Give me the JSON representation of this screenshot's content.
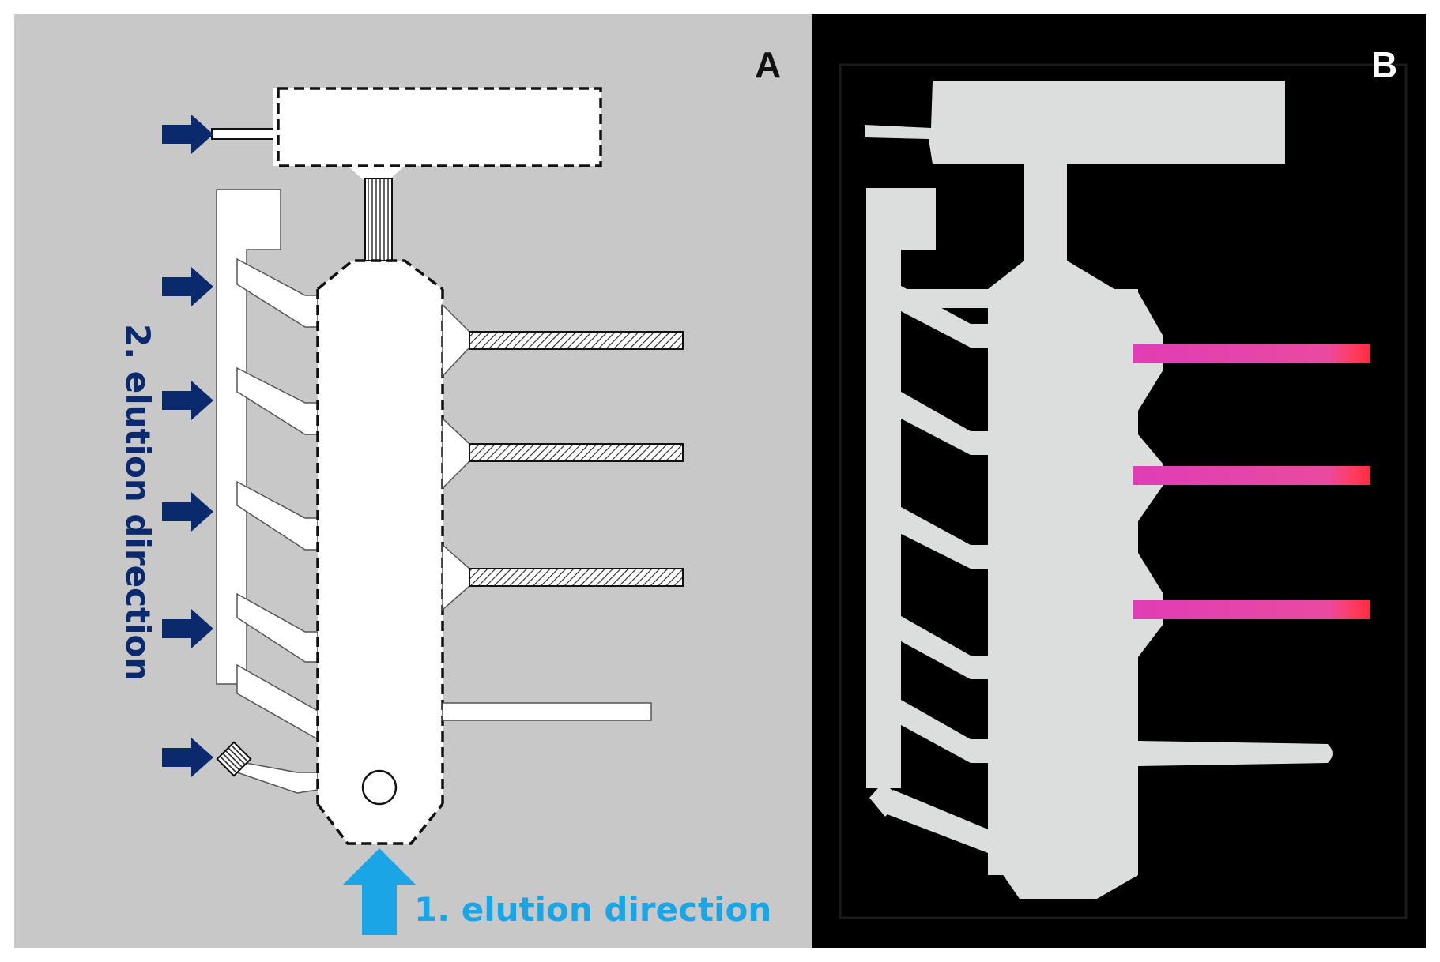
{
  "panels": {
    "a": {
      "letter": "A"
    },
    "b": {
      "letter": "B"
    }
  },
  "labels": {
    "first_elution": "1. elution direction",
    "second_elution": "2. elution direction"
  },
  "colors": {
    "panel_a_background": "#c8c8c8",
    "panel_b_background": "#000000",
    "channel_white": "#ffffff",
    "photo_channel_gray": "#dcdede",
    "arrow_dark_blue": "#0b2a6e",
    "arrow_light_blue": "#1aa6e6",
    "second_label_color": "#0b2a6e",
    "first_label_color": "#1aa6e6",
    "stained_band_pink": "#e23fb8",
    "stained_band_tip_red": "#ff2a4a"
  },
  "icons": [
    "right-arrow-icon",
    "up-arrow-icon",
    "sample-spot-circle-icon",
    "hatched-diamond-icon"
  ]
}
